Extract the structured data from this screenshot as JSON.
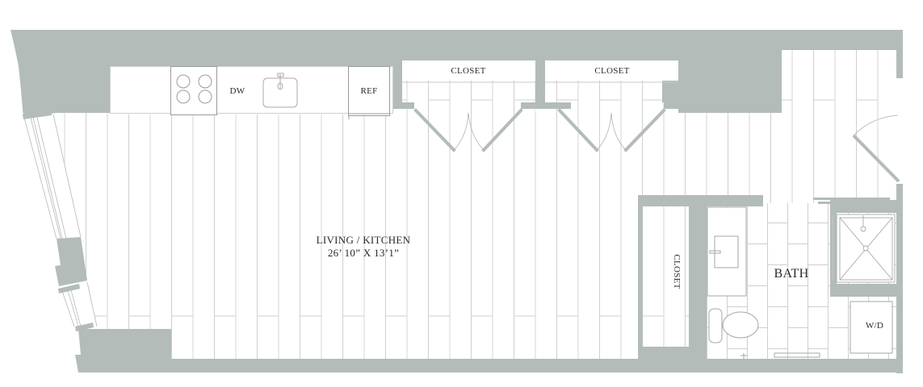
{
  "colors": {
    "wall": "#b3bcb8",
    "floor": "#ffffff",
    "line": "#c4c4c4",
    "fixture_line": "#9a9a9a",
    "text": "#2a2a2a"
  },
  "rooms": {
    "living_kitchen": {
      "name": "LIVING / KITCHEN",
      "dimensions": "26’ 10” X 13’1”"
    },
    "closet_1": {
      "name": "CLOSET"
    },
    "closet_2": {
      "name": "CLOSET"
    },
    "closet_3": {
      "name": "CLOSET"
    },
    "bath": {
      "name": "BATH"
    }
  },
  "fixtures": {
    "dishwasher": "DW",
    "refrigerator": "REF",
    "washer_dryer": "W/D",
    "cooktop": "cooktop-4-burner",
    "sink": "kitchen-sink",
    "vanity": "bath-vanity",
    "toilet": "toilet",
    "shower": "shower"
  }
}
